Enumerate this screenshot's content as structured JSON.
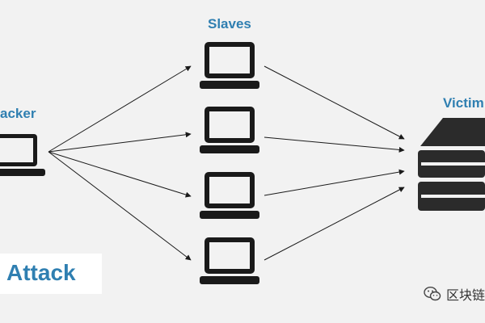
{
  "labels": {
    "slaves": "Slaves",
    "attacker": "acker",
    "victim": "Victim"
  },
  "title": "Attack",
  "watermark": {
    "icon": "wechat-icon",
    "text": "区块链"
  },
  "colors": {
    "label_blue": "#2f7fb1",
    "device_dark": "#1a1a1a",
    "server_dark": "#2b2b2b",
    "background": "#f2f2f2"
  }
}
